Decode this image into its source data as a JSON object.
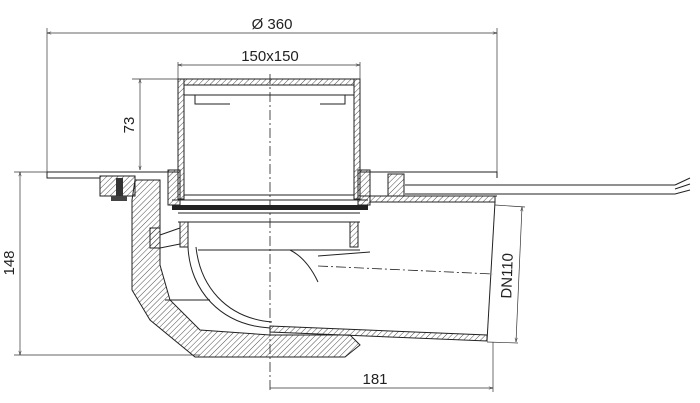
{
  "drawing": {
    "title": "Floor drain with horizontal outlet - section",
    "dimensions": {
      "flange_diameter": "Ø 360",
      "grate_size": "150x150",
      "grate_height": "73",
      "total_height": "148",
      "outlet_diameter": "DN110",
      "outlet_offset": "181"
    },
    "line_color": "#222222"
  }
}
